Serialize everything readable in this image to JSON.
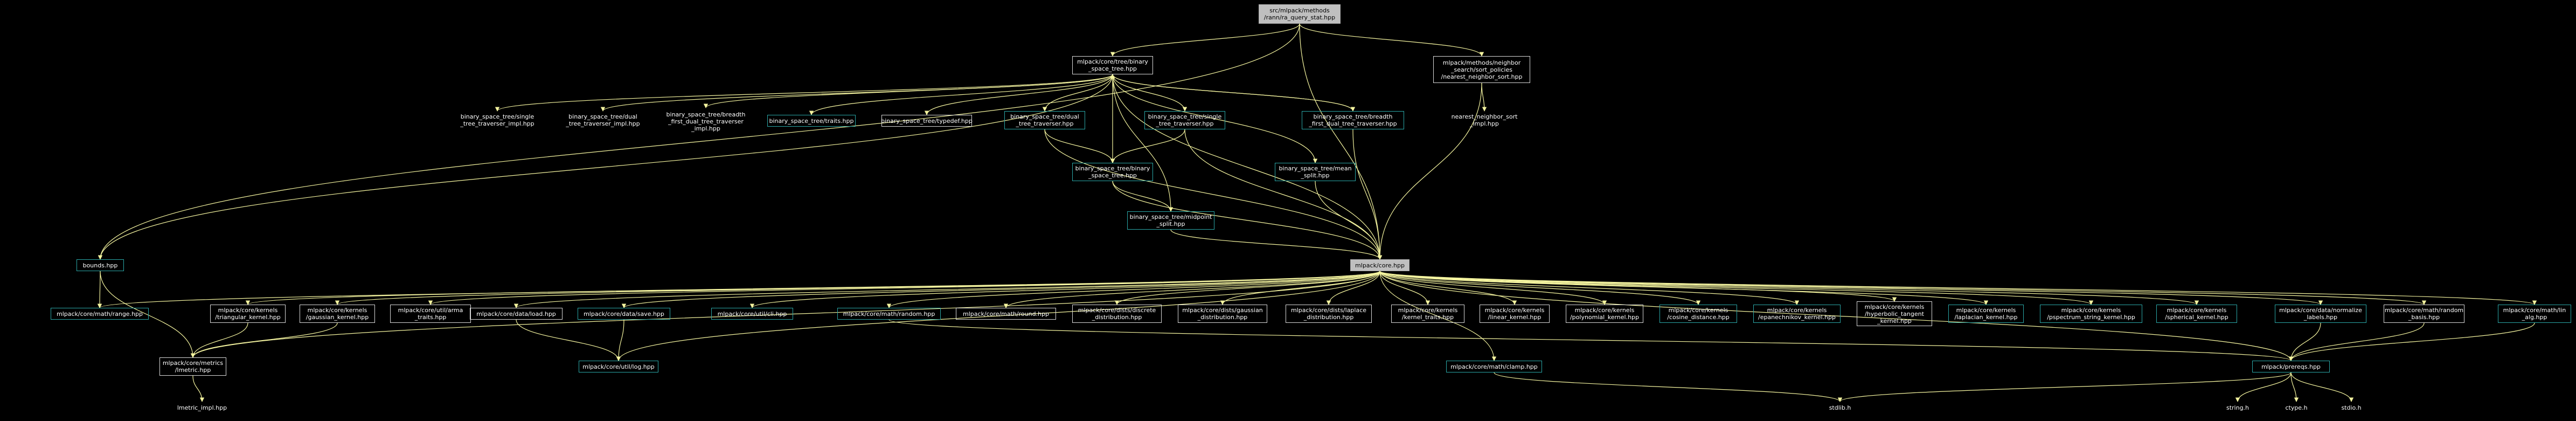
{
  "graph": {
    "edge_color": "#f5f5a0",
    "nodes": [
      {
        "id": "root",
        "label": "src/mlpack/methods\n/rann/ra_query_stat.hpp",
        "style": "grey"
      },
      {
        "id": "bst",
        "label": "mlpack/core/tree/binary\n_space_tree.hpp",
        "style": "white"
      },
      {
        "id": "nss",
        "label": "mlpack/methods/neighbor\n_search/sort_policies\n/nearest_neighbor_sort.hpp",
        "style": "white"
      },
      {
        "id": "single_impl",
        "label": "binary_space_tree/single\n_tree_traverser_impl.hpp",
        "style": "plain"
      },
      {
        "id": "dual_impl",
        "label": "binary_space_tree/dual\n_tree_traverser_impl.hpp",
        "style": "plain"
      },
      {
        "id": "bf_impl",
        "label": "binary_space_tree/breadth\n_first_dual_tree_traverser\n_impl.hpp",
        "style": "plain"
      },
      {
        "id": "traits",
        "label": "binary_space_tree/traits.hpp",
        "style": "cyan"
      },
      {
        "id": "typedef",
        "label": "binary_space_tree/typedef.hpp",
        "style": "white"
      },
      {
        "id": "dual_tr",
        "label": "binary_space_tree/dual\n_tree_traverser.hpp",
        "style": "cyan"
      },
      {
        "id": "single_tr",
        "label": "binary_space_tree/single\n_tree_traverser.hpp",
        "style": "cyan"
      },
      {
        "id": "bf_tr",
        "label": "binary_space_tree/breadth\n_first_dual_tree_traverser.hpp",
        "style": "cyan"
      },
      {
        "id": "nns_impl",
        "label": "nearest_neighbor_sort\n_impl.hpp",
        "style": "plain"
      },
      {
        "id": "bst_inner",
        "label": "binary_space_tree/binary\n_space_tree.hpp",
        "style": "cyan"
      },
      {
        "id": "mean_split",
        "label": "binary_space_tree/mean\n_split.hpp",
        "style": "cyan"
      },
      {
        "id": "midpoint",
        "label": "binary_space_tree/midpoint\n_split.hpp",
        "style": "cyan"
      },
      {
        "id": "bounds",
        "label": "bounds.hpp",
        "style": "cyan"
      },
      {
        "id": "core",
        "label": "mlpack/core.hpp",
        "style": "grey"
      },
      {
        "id": "range",
        "label": "mlpack/core/math/range.hpp",
        "style": "cyan"
      },
      {
        "id": "tri",
        "label": "mlpack/core/kernels\n/triangular_kernel.hpp",
        "style": "white"
      },
      {
        "id": "gauss_k",
        "label": "mlpack/core/kernels\n/gaussian_kernel.hpp",
        "style": "white"
      },
      {
        "id": "arma",
        "label": "mlpack/core/util/arma\n_traits.hpp",
        "style": "white"
      },
      {
        "id": "load",
        "label": "mlpack/core/data/load.hpp",
        "style": "white"
      },
      {
        "id": "save",
        "label": "mlpack/core/data/save.hpp",
        "style": "cyan"
      },
      {
        "id": "sfinae",
        "label": "mlpack/core/util/cli.hpp",
        "style": "cyan"
      },
      {
        "id": "random",
        "label": "mlpack/core/math/random.hpp",
        "style": "cyan"
      },
      {
        "id": "round",
        "label": "mlpack/core/math/round.hpp",
        "style": "white"
      },
      {
        "id": "discrete",
        "label": "mlpack/core/dists/discrete\n_distribution.hpp",
        "style": "white"
      },
      {
        "id": "gauss_d",
        "label": "mlpack/core/dists/gaussian\n_distribution.hpp",
        "style": "white"
      },
      {
        "id": "laplace_d",
        "label": "mlpack/core/dists/laplace\n_distribution.hpp",
        "style": "white"
      },
      {
        "id": "ktraits",
        "label": "mlpack/core/kernels\n/kernel_traits.hpp",
        "style": "white"
      },
      {
        "id": "linear",
        "label": "mlpack/core/kernels\n/linear_kernel.hpp",
        "style": "white"
      },
      {
        "id": "poly",
        "label": "mlpack/core/kernels\n/polynomial_kernel.hpp",
        "style": "white"
      },
      {
        "id": "cosine",
        "label": "mlpack/core/kernels\n/cosine_distance.hpp",
        "style": "cyan"
      },
      {
        "id": "epan",
        "label": "mlpack/core/kernels\n/epanechnikov_kernel.hpp",
        "style": "cyan"
      },
      {
        "id": "hyper",
        "label": "mlpack/core/kernels\n/hyperbolic_tangent\n_kernel.hpp",
        "style": "white"
      },
      {
        "id": "laplace_k",
        "label": "mlpack/core/kernels\n/laplacian_kernel.hpp",
        "style": "cyan"
      },
      {
        "id": "pspec",
        "label": "mlpack/core/kernels\n/pspectrum_string_kernel.hpp",
        "style": "cyan"
      },
      {
        "id": "spher",
        "label": "mlpack/core/kernels\n/spherical_kernel.hpp",
        "style": "cyan"
      },
      {
        "id": "normalize",
        "label": "mlpack/core/data/normalize\n_labels.hpp",
        "style": "cyan"
      },
      {
        "id": "rbasis",
        "label": "mlpack/core/math/random\n_basis.hpp",
        "style": "white"
      },
      {
        "id": "lin_alg",
        "label": "mlpack/core/math/lin\n_alg.hpp",
        "style": "cyan"
      },
      {
        "id": "lmetric",
        "label": "mlpack/core/metrics\n/lmetric.hpp",
        "style": "white"
      },
      {
        "id": "log",
        "label": "mlpack/core/util/log.hpp",
        "style": "cyan"
      },
      {
        "id": "clamp",
        "label": "mlpack/core/math/clamp.hpp",
        "style": "cyan"
      },
      {
        "id": "prereqs",
        "label": "mlpack/prereqs.hpp",
        "style": "cyan"
      },
      {
        "id": "lm_impl",
        "label": "lmetric_impl.hpp",
        "style": "plain"
      },
      {
        "id": "stdlib",
        "label": "stdlib.h",
        "style": "plain"
      },
      {
        "id": "string",
        "label": "string.h",
        "style": "plain"
      },
      {
        "id": "ctype",
        "label": "ctype.h",
        "style": "plain"
      },
      {
        "id": "stdio",
        "label": "stdio.h",
        "style": "plain"
      }
    ],
    "edges": [
      [
        "root",
        "bst"
      ],
      [
        "root",
        "nss"
      ],
      [
        "root",
        "core"
      ],
      [
        "root",
        "bounds"
      ],
      [
        "bst",
        "single_impl"
      ],
      [
        "bst",
        "dual_impl"
      ],
      [
        "bst",
        "bf_impl"
      ],
      [
        "bst",
        "traits"
      ],
      [
        "bst",
        "typedef"
      ],
      [
        "bst",
        "dual_tr"
      ],
      [
        "bst",
        "single_tr"
      ],
      [
        "bst",
        "bf_tr"
      ],
      [
        "bst",
        "bst_inner"
      ],
      [
        "bst",
        "mean_split"
      ],
      [
        "bst",
        "midpoint"
      ],
      [
        "bst",
        "bounds"
      ],
      [
        "bst",
        "core"
      ],
      [
        "nss",
        "nns_impl"
      ],
      [
        "nss",
        "core"
      ],
      [
        "dual_tr",
        "bst_inner"
      ],
      [
        "dual_tr",
        "core"
      ],
      [
        "single_tr",
        "bst_inner"
      ],
      [
        "single_tr",
        "core"
      ],
      [
        "bf_tr",
        "bst"
      ],
      [
        "bf_tr",
        "core"
      ],
      [
        "bst_inner",
        "midpoint"
      ],
      [
        "bst_inner",
        "core"
      ],
      [
        "mean_split",
        "core"
      ],
      [
        "midpoint",
        "core"
      ],
      [
        "bounds",
        "range"
      ],
      [
        "bounds",
        "lmetric"
      ],
      [
        "core",
        "range"
      ],
      [
        "core",
        "tri"
      ],
      [
        "core",
        "gauss_k"
      ],
      [
        "core",
        "arma"
      ],
      [
        "core",
        "load"
      ],
      [
        "core",
        "save"
      ],
      [
        "core",
        "sfinae"
      ],
      [
        "core",
        "random"
      ],
      [
        "core",
        "round"
      ],
      [
        "core",
        "discrete"
      ],
      [
        "core",
        "gauss_d"
      ],
      [
        "core",
        "laplace_d"
      ],
      [
        "core",
        "ktraits"
      ],
      [
        "core",
        "linear"
      ],
      [
        "core",
        "poly"
      ],
      [
        "core",
        "cosine"
      ],
      [
        "core",
        "epan"
      ],
      [
        "core",
        "hyper"
      ],
      [
        "core",
        "laplace_k"
      ],
      [
        "core",
        "pspec"
      ],
      [
        "core",
        "spher"
      ],
      [
        "core",
        "normalize"
      ],
      [
        "core",
        "rbasis"
      ],
      [
        "core",
        "lin_alg"
      ],
      [
        "core",
        "lmetric"
      ],
      [
        "core",
        "log"
      ],
      [
        "core",
        "clamp"
      ],
      [
        "core",
        "prereqs"
      ],
      [
        "tri",
        "lmetric"
      ],
      [
        "gauss_k",
        "lmetric"
      ],
      [
        "load",
        "log"
      ],
      [
        "save",
        "log"
      ],
      [
        "random",
        "prereqs"
      ],
      [
        "clamp",
        "stdlib"
      ],
      [
        "normalize",
        "prereqs"
      ],
      [
        "rbasis",
        "prereqs"
      ],
      [
        "lin_alg",
        "prereqs"
      ],
      [
        "lmetric",
        "lm_impl"
      ],
      [
        "prereqs",
        "stdlib"
      ],
      [
        "prereqs",
        "string"
      ],
      [
        "prereqs",
        "ctype"
      ],
      [
        "prereqs",
        "stdio"
      ]
    ]
  }
}
